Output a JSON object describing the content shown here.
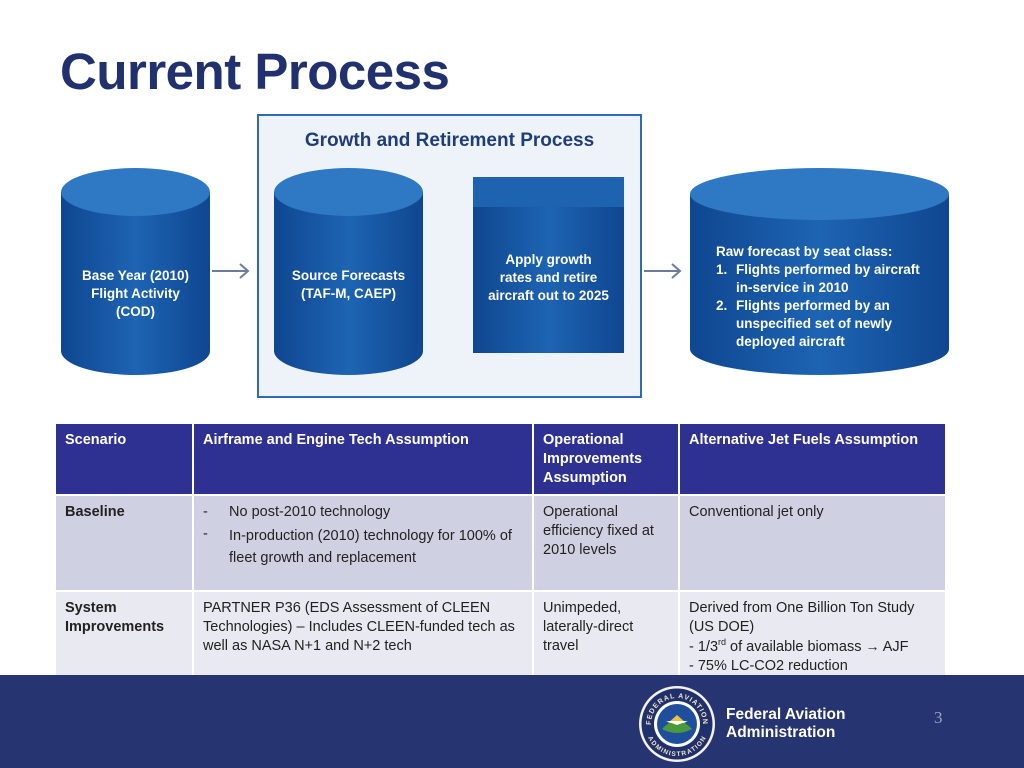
{
  "slide": {
    "title": "Current Process",
    "page_number": "3"
  },
  "diagram": {
    "process_title": "Growth and Retirement Process",
    "cylinders": {
      "base_year": [
        "Base Year (2010)",
        "Flight Activity",
        "(COD)"
      ],
      "source_forecasts": [
        "Source Forecasts",
        "(TAF-M, CAEP)"
      ],
      "apply_growth": [
        "Apply growth",
        "rates and retire",
        "aircraft out to 2025"
      ],
      "raw_forecast": {
        "heading": "Raw forecast by seat class:",
        "items": [
          {
            "num": "1.",
            "lines": [
              "Flights performed by aircraft",
              "in-service in 2010"
            ]
          },
          {
            "num": "2.",
            "lines": [
              "Flights performed by an",
              "unspecified set of newly",
              "deployed aircraft"
            ]
          }
        ]
      }
    },
    "colors": {
      "cylinder": "#1a5aa6",
      "cylinder_dark": "#0c3f86",
      "box_border": "#2f6bb1"
    }
  },
  "table": {
    "headers": [
      "Scenario",
      "Airframe and Engine Tech Assumption",
      "Operational Improvements Assumption",
      "Alternative Jet Fuels Assumption"
    ],
    "rows": [
      {
        "scenario": "Baseline",
        "airframe_items": [
          {
            "dash": "-",
            "text": "No post-2010 technology"
          },
          {
            "dash": "-",
            "text": "In-production (2010) technology  for 100% of fleet growth and replacement"
          }
        ],
        "operational": "Operational efficiency fixed at 2010 levels",
        "fuels": "Conventional jet only"
      },
      {
        "scenario": "System Improvements",
        "airframe": "PARTNER P36 (EDS Assessment of CLEEN Technologies) – Includes CLEEN-funded tech as well as NASA N+1 and N+2 tech",
        "operational": "Unimpeded, laterally-direct travel",
        "fuels_line1": "Derived from One Billion Ton Study (US DOE)",
        "fuels_line2_pre": "- 1/3",
        "fuels_line2_sup": "rd",
        "fuels_line2_post": " of available biomass ",
        "fuels_line2_end": " AJF",
        "fuels_line3": "- 75% LC-CO2 reduction"
      }
    ]
  },
  "footer": {
    "agency_line1": "Federal Aviation",
    "agency_line2": "Administration",
    "seal_top_text": "FEDERAL AVIATION",
    "seal_bottom_text": "ADMINISTRATION"
  }
}
